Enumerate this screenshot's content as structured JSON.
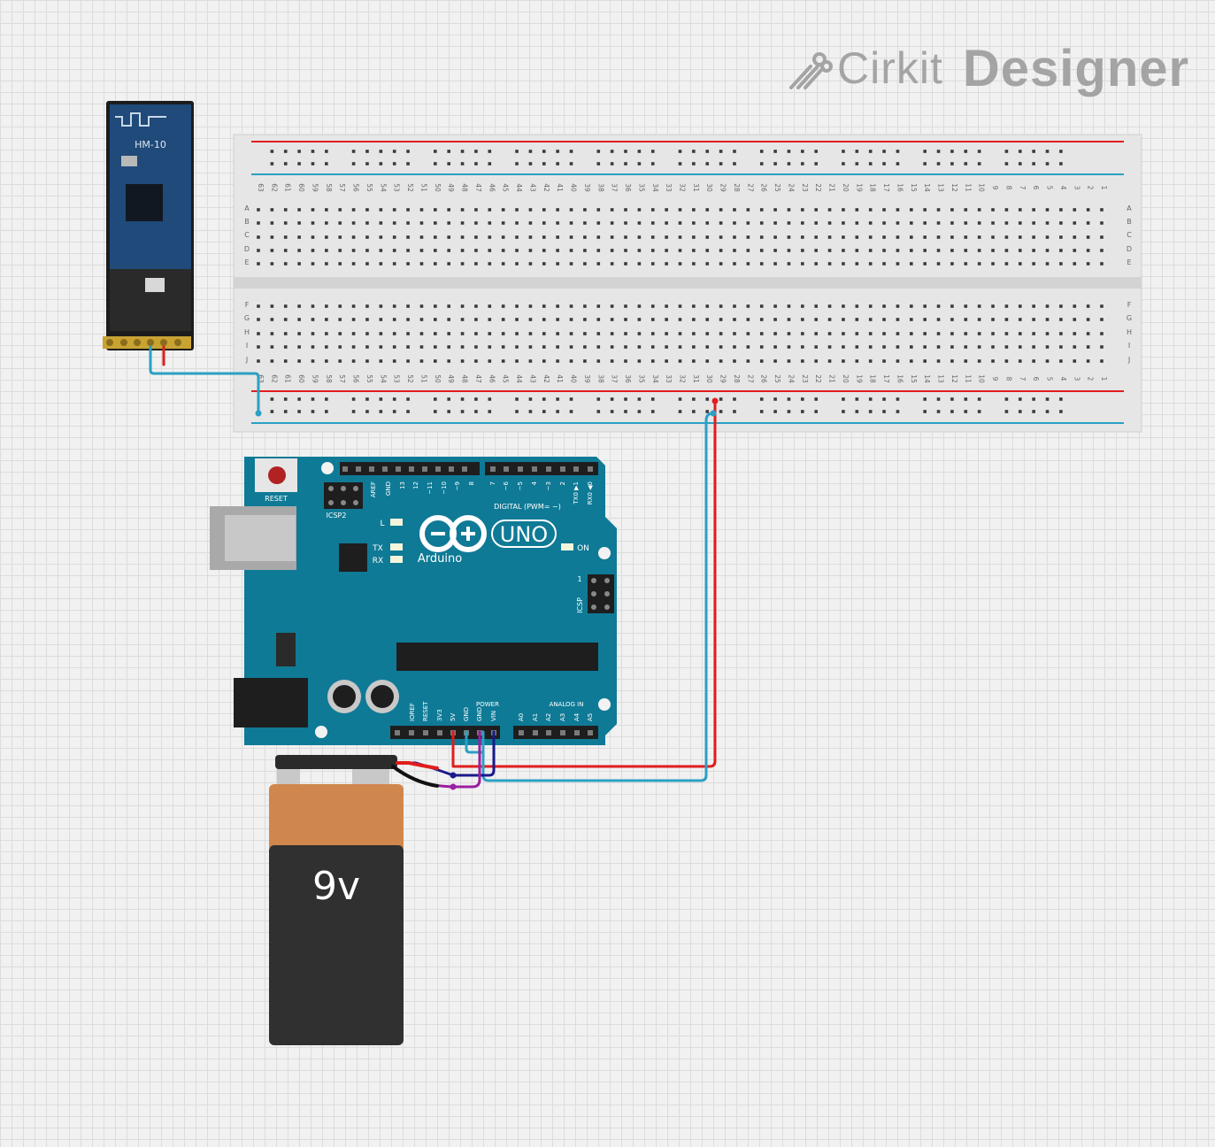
{
  "branding": {
    "word1": "Cirkit",
    "word2": "Designer",
    "icon": "cirkit-logo-icon"
  },
  "bluetooth_module": {
    "label": "HM-10"
  },
  "breadboard": {
    "row_letters_top": [
      "A",
      "B",
      "C",
      "D",
      "E"
    ],
    "row_letters_bottom": [
      "F",
      "G",
      "H",
      "I",
      "J"
    ],
    "columns": 63
  },
  "arduino": {
    "brand": "Arduino",
    "model": "UNO",
    "reset_label": "RESET",
    "icsp2_label": "ICSP2",
    "icsp_label": "ICSP",
    "icsp_pin1": "1",
    "on_label": "ON",
    "l_label": "L",
    "tx_label": "TX",
    "rx_label": "RX",
    "digital_label": "DIGITAL (PWM= ~)",
    "power_label": "POWER",
    "analog_label": "ANALOG IN",
    "digital_pins_left": [
      "AREF",
      "GND",
      "13",
      "12",
      "~11",
      "~10",
      "~9",
      "8"
    ],
    "digital_pins_right": [
      "7",
      "~6",
      "~5",
      "4",
      "~3",
      "2",
      "TX0 ▶1",
      "RX0 ◀0"
    ],
    "power_pins": [
      "IOREF",
      "RESET",
      "3V3",
      "5V",
      "GND",
      "GND",
      "VIN"
    ],
    "analog_pins": [
      "A0",
      "A1",
      "A2",
      "A3",
      "A4",
      "A5"
    ]
  },
  "battery": {
    "label": "9v"
  },
  "colors": {
    "board_blue": "#0f7a96",
    "wire_red": "#e11d1d",
    "wire_blue": "#2ba0c4",
    "wire_navy": "#1a1a8c",
    "wire_purple": "#9b1fa0",
    "battery_copper": "#d0874d",
    "battery_body": "#303030"
  }
}
